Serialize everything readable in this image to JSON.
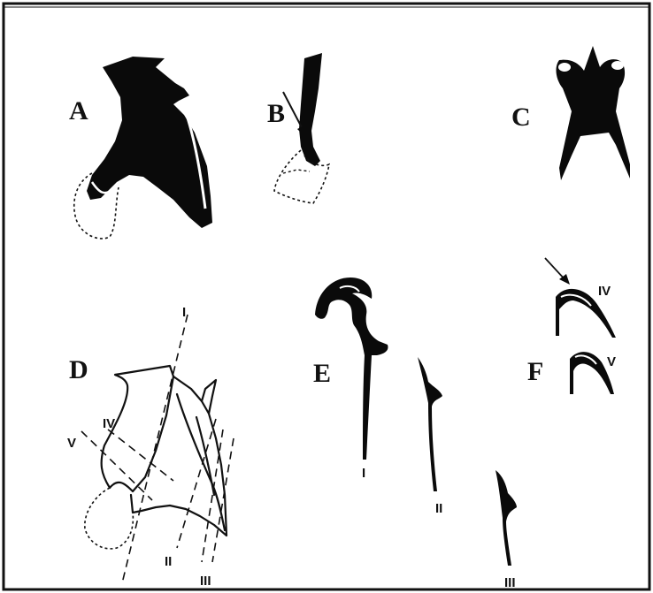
{
  "panels": {
    "a": "A",
    "b": "B",
    "c": "C",
    "d": "D",
    "e": "E",
    "f": "F"
  },
  "section_planes": {
    "i": "I",
    "ii": "II",
    "iii": "III",
    "iv": "IV",
    "v": "V"
  },
  "colors": {
    "ink": "#0a0a0a",
    "frame": "#111111",
    "paper": "#ffffff"
  }
}
